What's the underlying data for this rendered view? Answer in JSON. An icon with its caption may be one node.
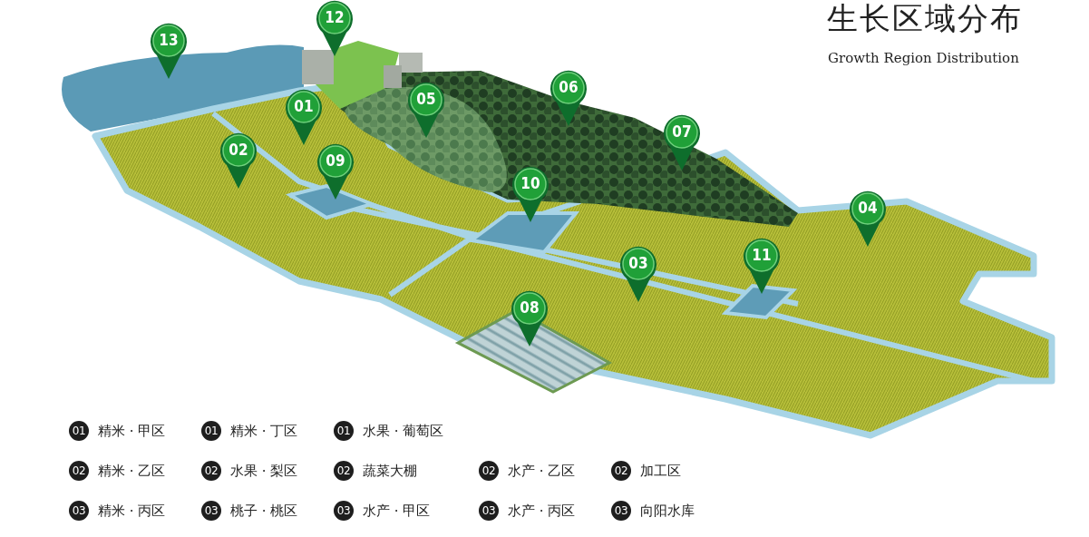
{
  "diagram": {
    "title": "生长区域分布",
    "caption": "Growth Region Distribution",
    "nodes": [
      {
        "text": [
          "12"
        ]
      },
      {
        "text": [
          "13"
        ]
      },
      {
        "text": [
          "05"
        ]
      },
      {
        "text": [
          "06"
        ]
      },
      {
        "text": [
          "01"
        ]
      },
      {
        "text": [
          "07"
        ]
      },
      {
        "text": [
          "02"
        ]
      },
      {
        "text": [
          "09"
        ]
      },
      {
        "text": [
          "10"
        ]
      },
      {
        "text": [
          "04"
        ]
      },
      {
        "text": [
          "11"
        ]
      },
      {
        "text": [
          "03"
        ]
      },
      {
        "text": [
          "08"
        ]
      }
    ],
    "labels": [
      "01",
      "精米 · 甲区",
      "01",
      "精米 · 丁区",
      "01",
      "水果 · 葡萄区",
      "02",
      "精米 · 乙区",
      "02",
      "水果 · 梨区",
      "02",
      "蔬菜大棚",
      "02",
      "水产 · 乙区",
      "02",
      "加工区",
      "03",
      "精米 · 丙区",
      "03",
      "桃子 · 桃区",
      "03",
      "水产 · 甲区",
      "03",
      "水产 · 丙区",
      "03",
      "向阳水库"
    ]
  }
}
